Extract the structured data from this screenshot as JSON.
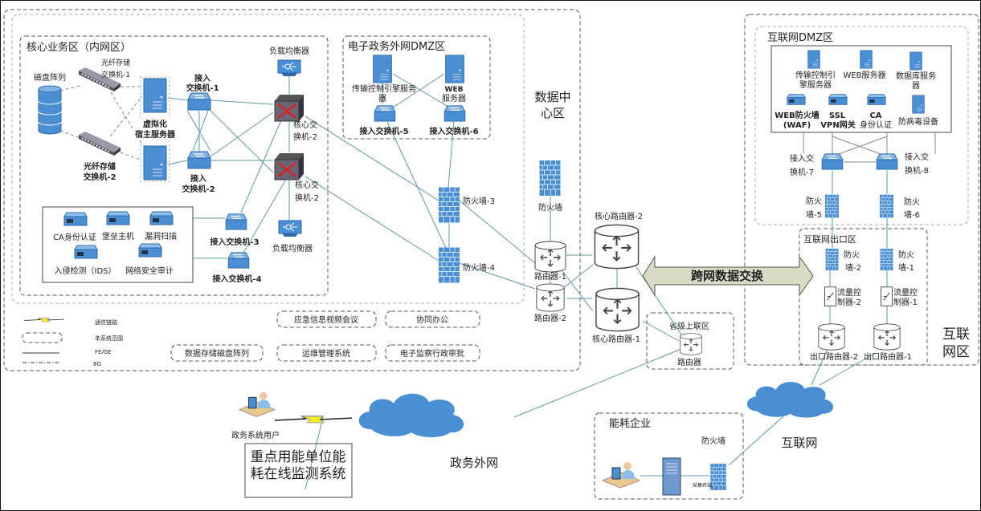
{
  "zones": {
    "core_business": "核心业务区（内网区）",
    "egov_dmz": "电子政务外网DMZ区",
    "data_center": [
      "数据中",
      "心区"
    ],
    "internet_dmz": "互联网DMZ区",
    "internet_exit": "互联网出口区",
    "internet_zone": [
      "互联",
      "网区"
    ],
    "provincial": "省级上联区",
    "energy_enterprise": "能耗企业"
  },
  "core": {
    "disk_array": "磁盘阵列",
    "fiber_switch_1": [
      "光纤存储",
      "交换机-1"
    ],
    "fiber_switch_2": [
      "光纤存储",
      "交换机-2"
    ],
    "virt_host": [
      "虚拟化",
      "宿主服务器"
    ],
    "access_switch_1": [
      "接入",
      "交换机-1"
    ],
    "access_switch_2": [
      "接入",
      "交换机-2"
    ],
    "core_switch_1": [
      "核心交",
      "换机-2"
    ],
    "core_switch_2": [
      "核心交",
      "换机-2"
    ],
    "load_balancer_1": "负载均衡器",
    "load_balancer_2": "负载均衡器",
    "access_switch_3": "接入交换机-3",
    "access_switch_4": "接入交换机-4",
    "security": [
      "CA身份认证",
      "堡垒主机",
      "漏洞扫描",
      "入侵检测（IDS）",
      "网络安全审计"
    ]
  },
  "egov_dmz": {
    "server_1": [
      "传输控制引擎服务",
      "器"
    ],
    "server_2": [
      "WEB",
      "服务器"
    ],
    "access_switch_5": "接入交换机-5",
    "access_switch_6": "接入交换机-6"
  },
  "data_center": {
    "firewall_3": "防火墙-3",
    "firewall_4": "防火墙-4",
    "firewall": "防火墙",
    "router_1": "路由器-1",
    "router_2": "路由器-2",
    "core_router_2": "核心路由器-2",
    "core_router_1": "核心路由器-1",
    "exchange_arrow": "跨网数据交换",
    "provincial_router": "路由器"
  },
  "services": [
    "应急信息视频会议",
    "协同办公",
    "数据存储磁盘阵列",
    "运维管理系统",
    "电子监察行政审批"
  ],
  "legend": [
    "通信链路",
    "本系统范围",
    "FE/GE",
    "8G"
  ],
  "internet": {
    "dmz_items": [
      [
        "传输控制引",
        "擎服务器"
      ],
      [
        "WEB服务器"
      ],
      [
        "数据库服务",
        "器"
      ],
      [
        "WEB防火墙",
        "(WAF)"
      ],
      [
        "SSL",
        "VPN网关"
      ],
      [
        "CA",
        "身份认证"
      ],
      [
        "防病毒设备"
      ]
    ],
    "access_switch_7": [
      "接入交",
      "换机-7"
    ],
    "access_switch_8": [
      "接入交",
      "换机-8"
    ],
    "firewall_5": [
      "防火",
      "墙-5"
    ],
    "firewall_6": [
      "防火",
      "墙-6"
    ],
    "firewall_2": [
      "防火",
      "墙-2"
    ],
    "firewall_1": [
      "防火",
      "墙-1"
    ],
    "flow_ctrl_2": [
      "流量控",
      "制器-2"
    ],
    "flow_ctrl_1": [
      "流量控",
      "制器-1"
    ],
    "exit_router_2": "出口路由器-2",
    "exit_router_1": "出口路由器-1",
    "cloud": "互联网"
  },
  "egov_net": {
    "user": "政务系统用户",
    "cloud": "政务外网",
    "system": [
      "重点用能单位能",
      "耗在线监测系统"
    ]
  },
  "enterprise": {
    "firewall": "防火墙",
    "terminal": "采集终端"
  },
  "colors": {
    "device": "#4a8fd4",
    "line": "#5f97a6",
    "arrow": "#d9dcc4",
    "lightning": "#f2ee1c"
  }
}
